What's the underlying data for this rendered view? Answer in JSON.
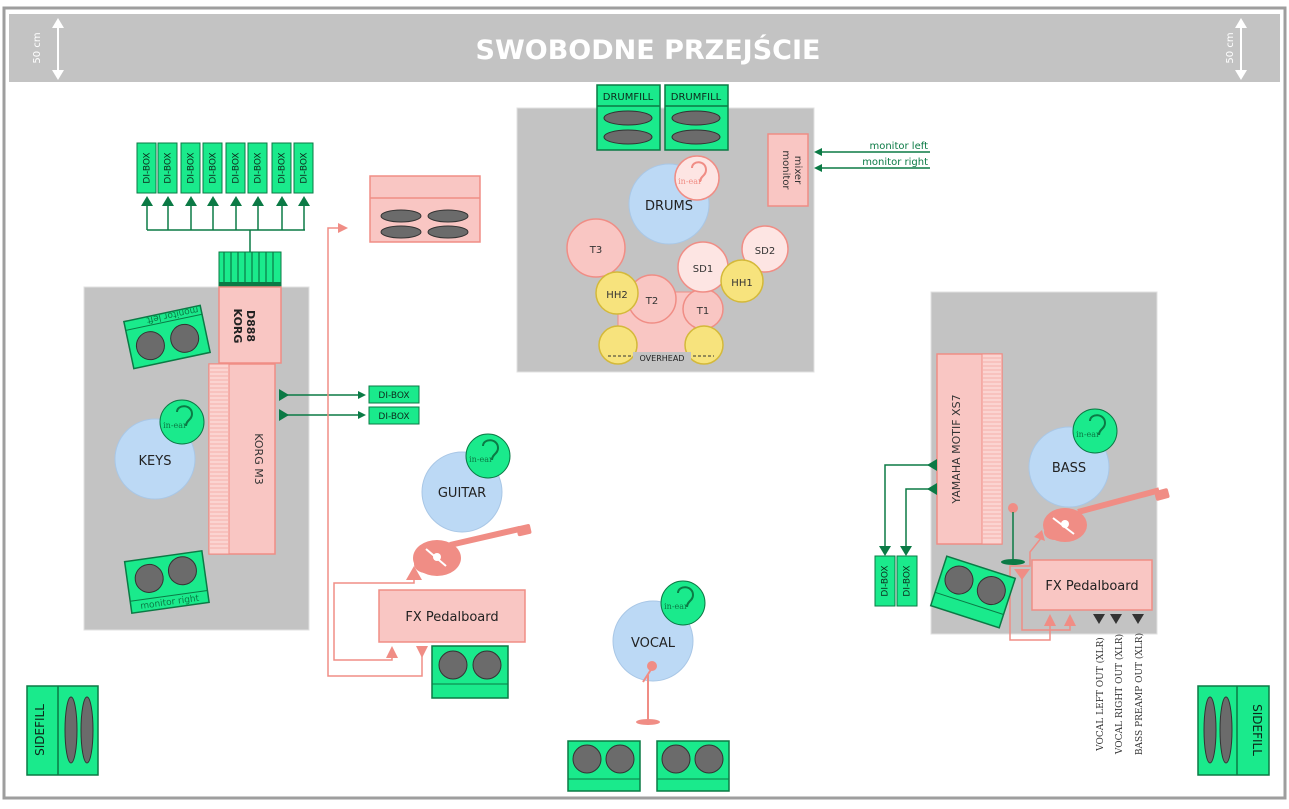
{
  "banner": {
    "title": "SWOBODNE PRZEJŚCIE",
    "left_dim": "50 cm",
    "right_dim": "50 cm"
  },
  "drumfill": {
    "label": "DRUMFILL"
  },
  "monitor": {
    "left": "monitor left",
    "right": "monitor right",
    "mixer_line1": "monitor",
    "mixer_line2": "mixer"
  },
  "drums": {
    "name": "DRUMS",
    "in_ear": "in-ear",
    "t3": "T3",
    "t2": "T2",
    "t1": "T1",
    "sd1": "SD1",
    "sd2": "SD2",
    "hh1": "HH1",
    "hh2": "HH2",
    "overhead": "OVERHEAD"
  },
  "keys": {
    "name": "KEYS",
    "in_ear": "in-ear",
    "korg_d888_line1": "KORG",
    "korg_d888_line2": "D888",
    "korg_m3": "KORG M3",
    "monitor_left": "monitor left",
    "monitor_right": "monitor right",
    "di_box": "DI-BOX"
  },
  "guitar": {
    "name": "GUITAR",
    "in_ear": "in-ear",
    "pedalboard": "FX Pedalboard"
  },
  "vocal": {
    "name": "VOCAL",
    "in_ear": "in-ear"
  },
  "bass": {
    "name": "BASS",
    "in_ear": "in-ear",
    "pedalboard": "FX Pedalboard",
    "yamaha": "YAMAHA MOTIF XS7",
    "di_box": "DI-BOX",
    "outs": [
      "VOCAL LEFT OUT  (XLR)",
      "VOCAL RIGHT OUT (XLR)",
      "BASS PREAMP OUT (XLR)"
    ]
  },
  "sidefill": {
    "label": "SIDEFILL"
  },
  "colors": {
    "green": "#1aea8c",
    "dark_green": "#0b7a45",
    "pink": "#f9c6c3",
    "pink_stroke": "#f08d85",
    "blue": "#bcd9f5",
    "yellow": "#f7e37d",
    "gray_area": "#c3c3c3"
  }
}
